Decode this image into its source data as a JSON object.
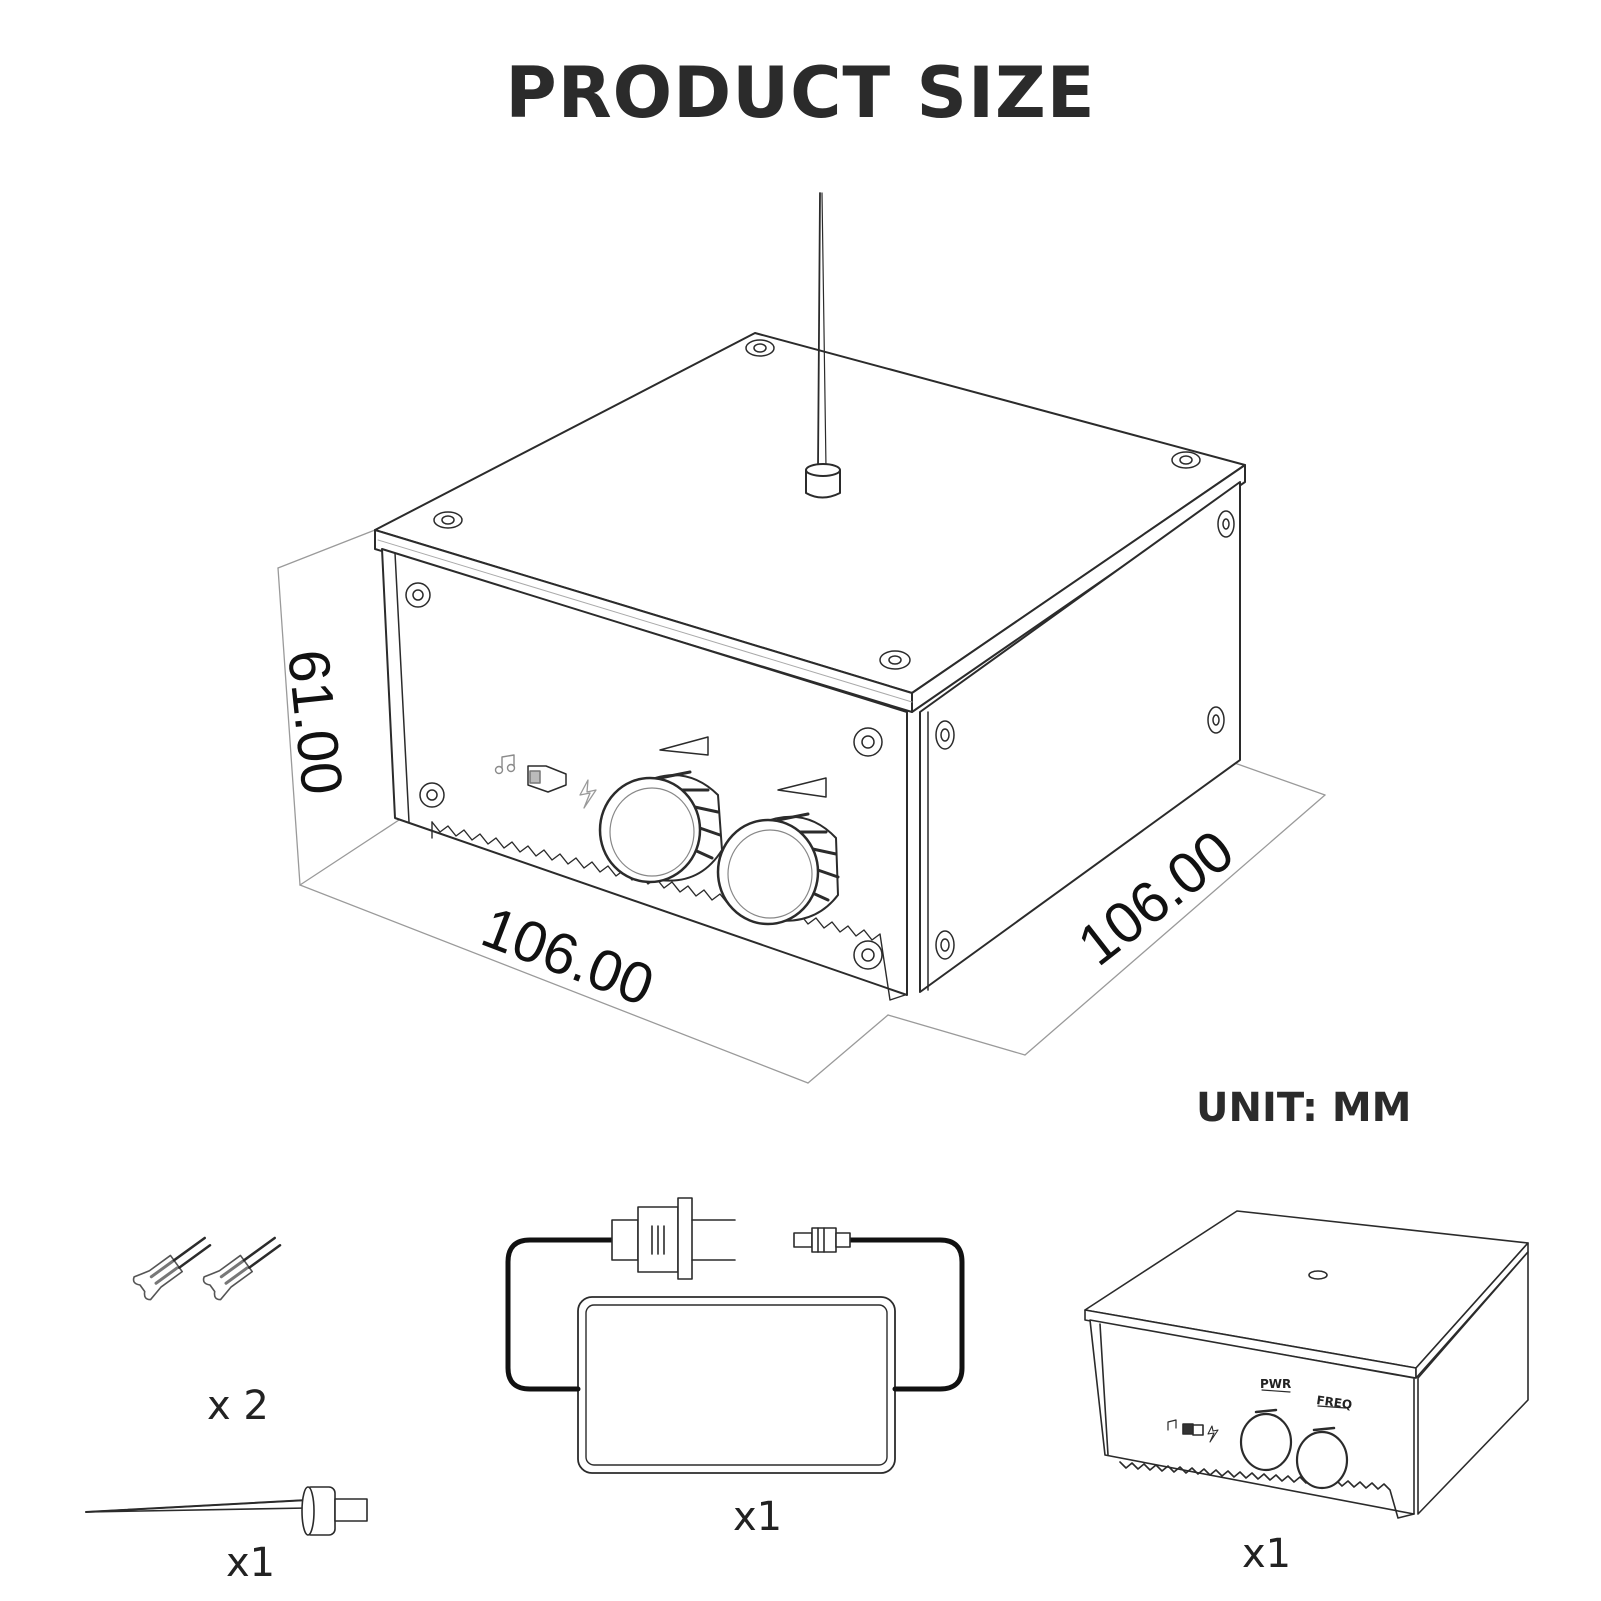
{
  "title": "PRODUCT SIZE",
  "unit_label": "UNIT: MM",
  "dimensions": {
    "height": "61.00",
    "width": "106.00",
    "depth": "106.00"
  },
  "main_device": {
    "icons": [
      "music-note-icon",
      "toggle-switch-icon",
      "lightning-icon"
    ],
    "knobs": [
      "power-knob",
      "frequency-knob"
    ]
  },
  "accessories": [
    {
      "name": "bulbs",
      "quantity": "x 2"
    },
    {
      "name": "antenna-rod",
      "quantity": "x1"
    },
    {
      "name": "power-adapter",
      "quantity": "x1"
    },
    {
      "name": "device-unit",
      "quantity": "x1",
      "knob_labels": [
        "PWR",
        "FREQ"
      ]
    }
  ],
  "colors": {
    "line": "#2b2b2b",
    "background": "#ffffff",
    "text": "#2b2b2b"
  }
}
